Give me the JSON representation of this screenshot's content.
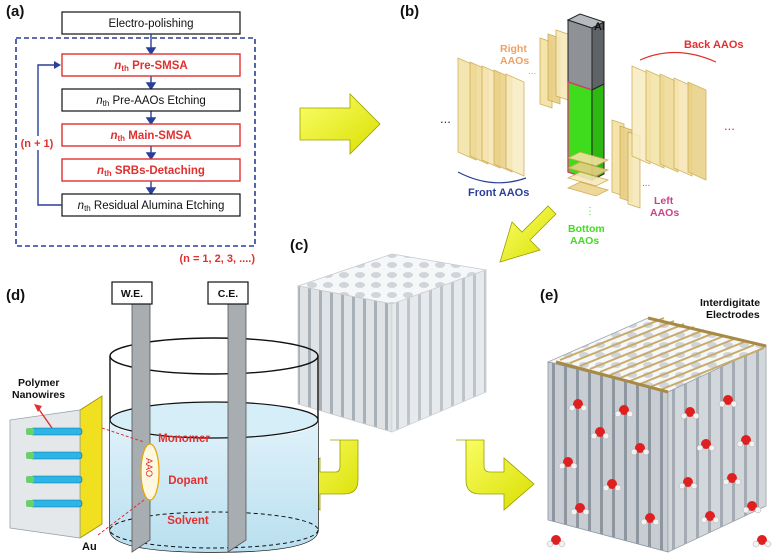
{
  "panels": {
    "a": "(a)",
    "b": "(b)",
    "c": "(c)",
    "d": "(d)",
    "e": "(e)"
  },
  "flow": {
    "step1": "Electro-polishing",
    "step2_sub": "th",
    "step2": " Pre-SMSA",
    "step3": " Pre-AAOs Etching",
    "step4": " Main-SMSA",
    "step5": " SRBs-Detaching",
    "step6": " Residual Alumina Etching",
    "n": "n",
    "loop_label": "(n + 1)",
    "range_label": "(n = 1, 2, 3, ....)"
  },
  "b_labels": {
    "right": [
      "Right",
      "AAOs"
    ],
    "al": "Al",
    "back": "Back AAOs",
    "front": "Front AAOs",
    "left": [
      "Left",
      "AAOs"
    ],
    "bottom": [
      "Bottom",
      "AAOs"
    ],
    "dots": "..."
  },
  "d_labels": {
    "we": "W.E.",
    "ce": "C.E.",
    "polymer": [
      "Polymer",
      "Nanowires"
    ],
    "monomer": "Monomer",
    "dopant": "Dopant",
    "solvent": "Solvent",
    "aao": "AAO",
    "au": "Au"
  },
  "e_labels": {
    "interdigitate": [
      "Interdigitate",
      "Electrodes"
    ]
  },
  "colors": {
    "red": "#e0302f",
    "blue": "#2a3f9a",
    "orange": "#f0a060",
    "green": "#44dd22",
    "pink": "#cc4488",
    "arrow_yellow": "#f2f21a",
    "liquid": "#cfeaf6"
  }
}
